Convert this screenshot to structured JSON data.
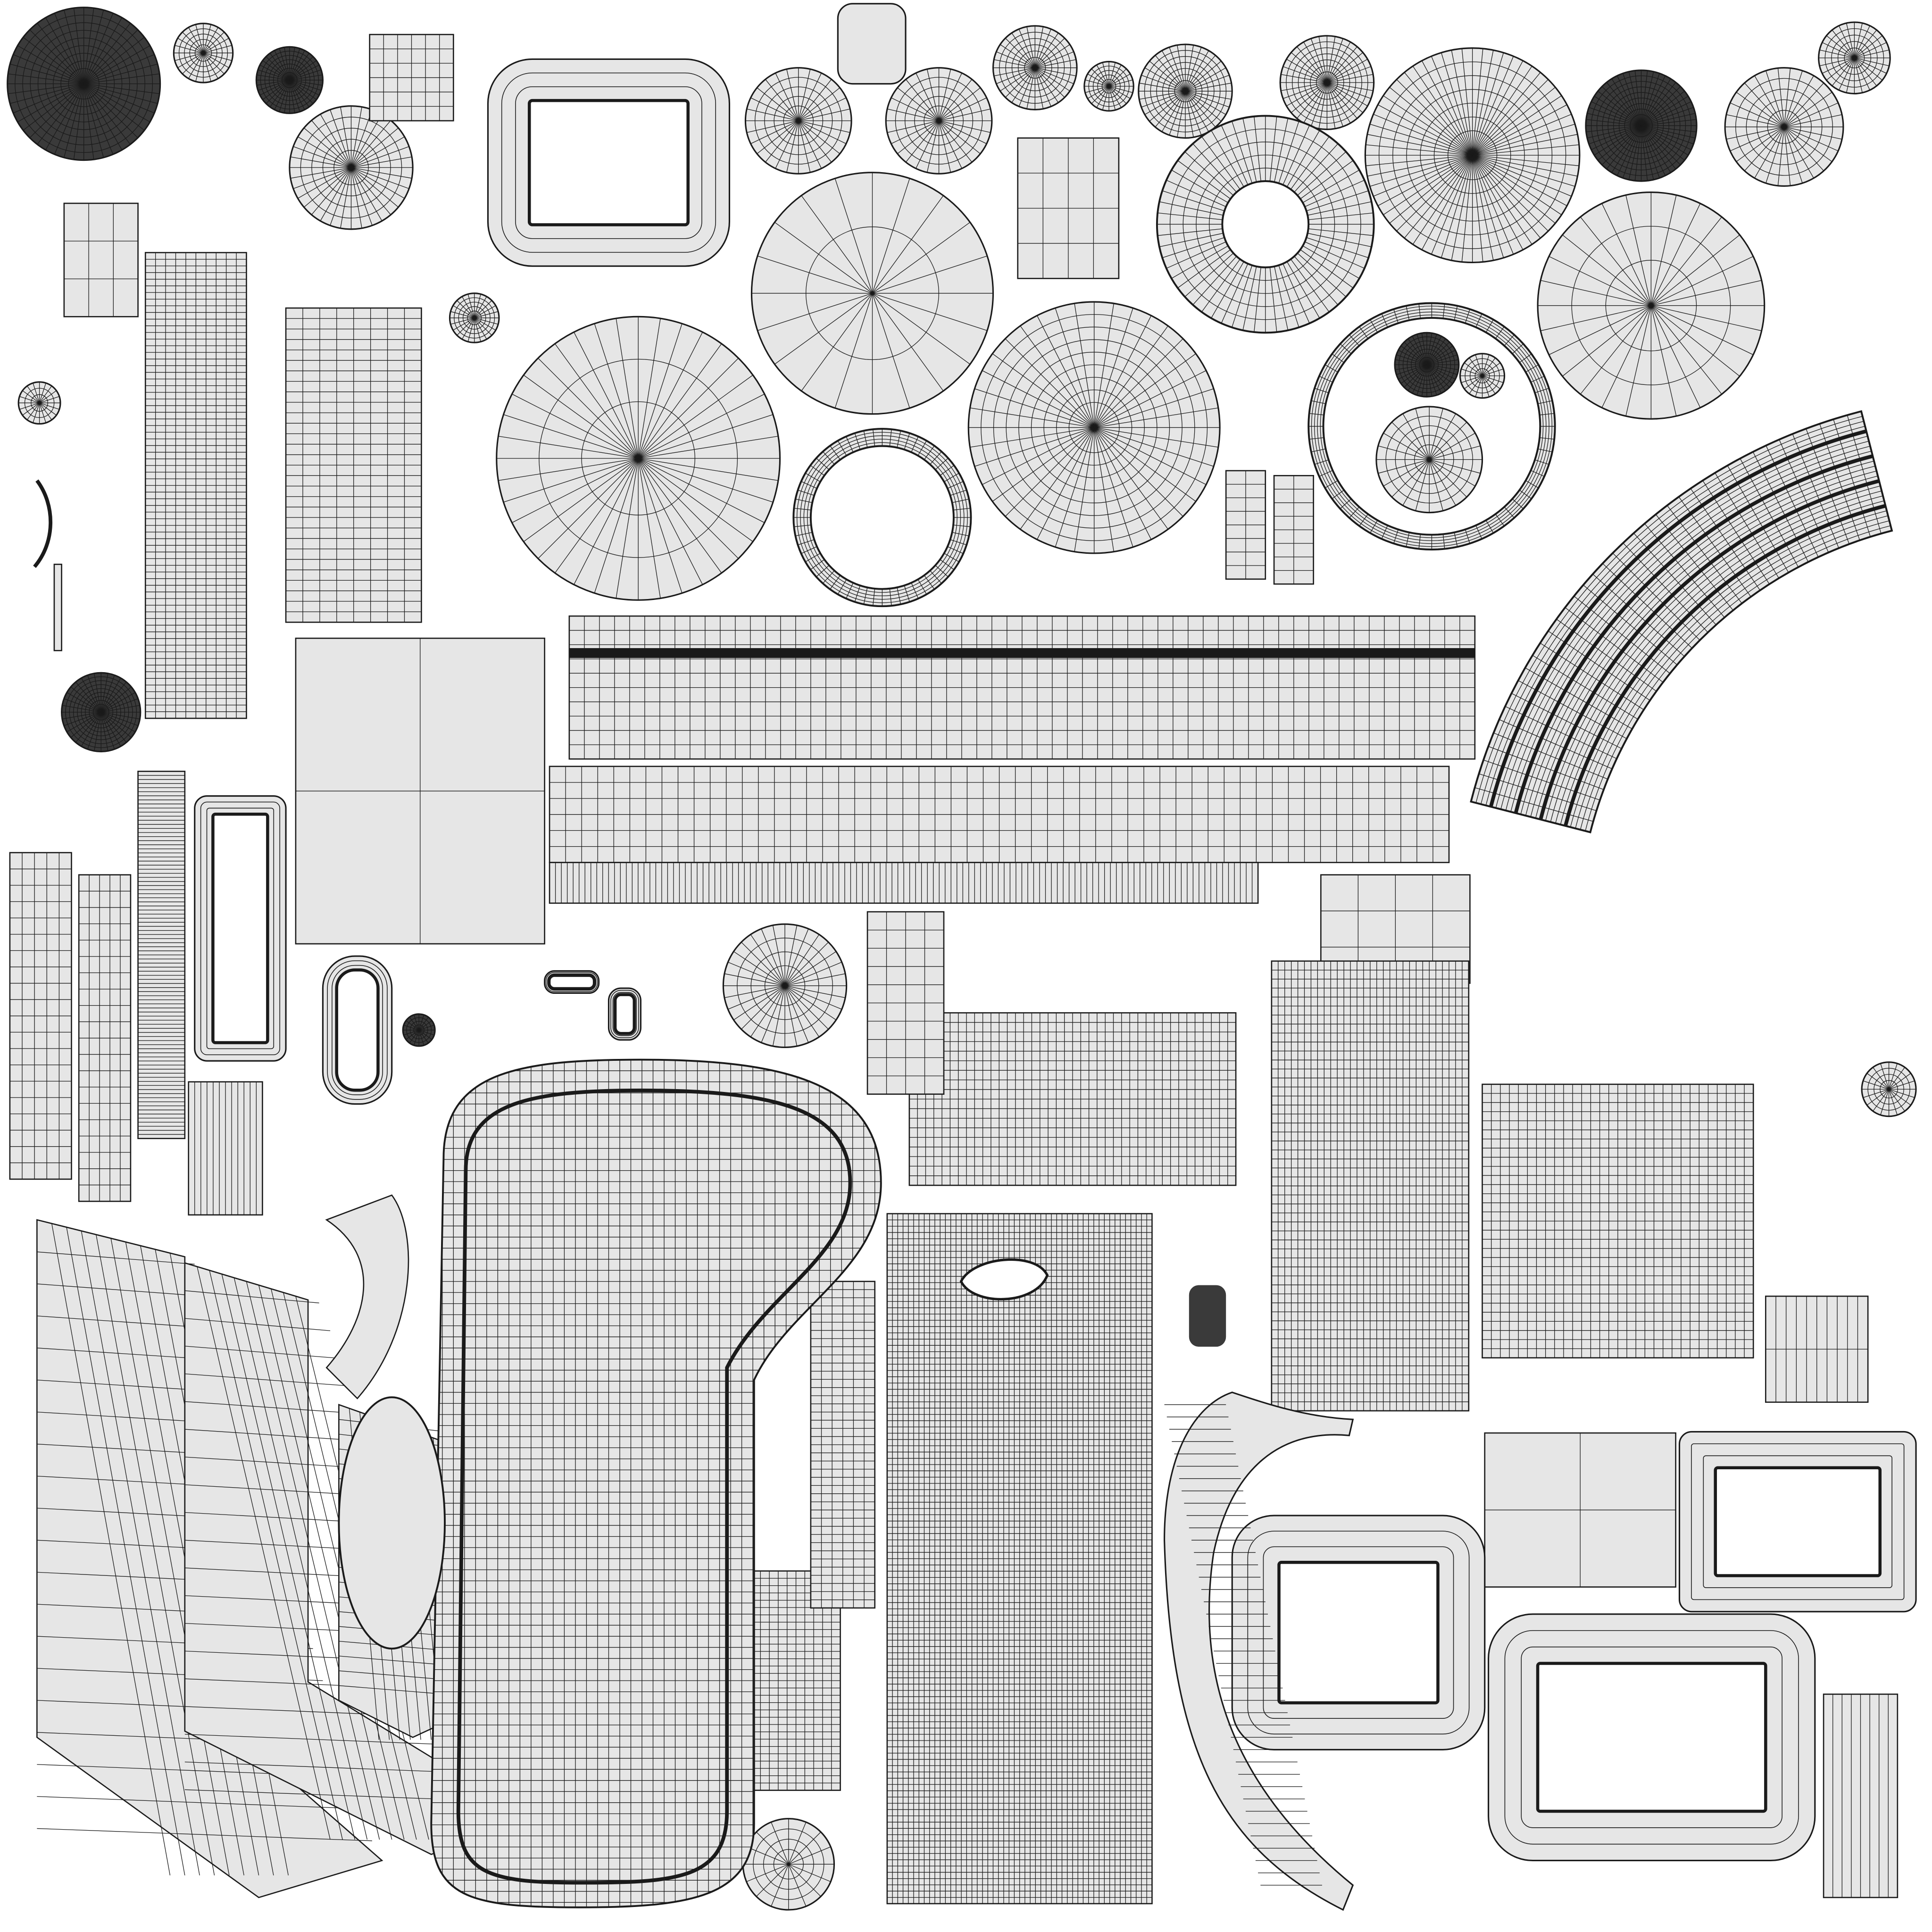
{
  "colors": {
    "background": "#ffffff",
    "island_fill": "#e6e6e6",
    "wire_stroke": "#1a1a1a",
    "dense_fill": "#3a3a3a"
  },
  "icons": [],
  "shapes": {
    "discs": [
      [
        68,
        68,
        62,
        48,
        8,
        1
      ],
      [
        165,
        43,
        24,
        24,
        4,
        0
      ],
      [
        235,
        65,
        27,
        40,
        6,
        1
      ],
      [
        285,
        136,
        50,
        36,
        4,
        0
      ],
      [
        648,
        98,
        43,
        28,
        4,
        0
      ],
      [
        762,
        98,
        43,
        28,
        4,
        0
      ],
      [
        840,
        55,
        34,
        32,
        5,
        0
      ],
      [
        900,
        70,
        20,
        24,
        4,
        0
      ],
      [
        962,
        74,
        38,
        36,
        6,
        0
      ],
      [
        1077,
        67,
        38,
        36,
        6,
        0
      ],
      [
        1195,
        126,
        87,
        64,
        6,
        0
      ],
      [
        1332,
        102,
        45,
        56,
        8,
        1
      ],
      [
        1448,
        103,
        48,
        30,
        4,
        0
      ],
      [
        1505,
        47,
        29,
        28,
        4,
        0
      ],
      [
        708,
        238,
        98,
        20,
        1,
        0
      ],
      [
        1340,
        248,
        92,
        28,
        2,
        0
      ],
      [
        385,
        258,
        20,
        24,
        4,
        0
      ],
      [
        32,
        327,
        17,
        20,
        2,
        0
      ],
      [
        518,
        372,
        115,
        40,
        2,
        0
      ],
      [
        888,
        347,
        102,
        40,
        8,
        0
      ],
      [
        1158,
        296,
        26,
        40,
        6,
        1
      ],
      [
        1203,
        305,
        18,
        20,
        3,
        0
      ],
      [
        1160,
        373,
        43,
        24,
        4,
        0
      ],
      [
        637,
        800,
        50,
        32,
        3,
        0
      ],
      [
        340,
        836,
        13,
        20,
        3,
        1
      ],
      [
        640,
        1513,
        37,
        16,
        3,
        0
      ],
      [
        1533,
        884,
        22,
        20,
        3,
        0
      ],
      [
        82,
        578,
        32,
        36,
        8,
        1
      ]
    ],
    "rings": [
      [
        716,
        420,
        72,
        58,
        110
      ],
      [
        1027,
        182,
        88,
        35,
        60
      ],
      [
        1162,
        346,
        100,
        88,
        140
      ]
    ],
    "grids": [
      [
        462,
        500,
        735,
        116,
        60,
        10
      ],
      [
        446,
        622,
        730,
        78,
        56,
        6
      ],
      [
        446,
        700,
        575,
        33,
        120,
        1
      ],
      [
        240,
        518,
        202,
        248,
        2,
        2
      ],
      [
        1072,
        710,
        121,
        88,
        4,
        3
      ],
      [
        1032,
        780,
        160,
        365,
        30,
        50
      ],
      [
        112,
        626,
        38,
        298,
        1,
        90
      ],
      [
        153,
        878,
        60,
        108,
        12,
        1
      ],
      [
        8,
        692,
        50,
        265,
        5,
        20
      ],
      [
        64,
        710,
        42,
        265,
        5,
        20
      ],
      [
        52,
        165,
        60,
        92,
        3,
        3
      ],
      [
        1205,
        1163,
        155,
        125,
        2,
        2
      ],
      [
        1433,
        1052,
        83,
        86,
        10,
        2
      ],
      [
        1480,
        1375,
        60,
        165,
        8,
        1
      ],
      [
        720,
        985,
        215,
        560,
        50,
        110
      ],
      [
        300,
        28,
        68,
        70,
        6,
        6
      ],
      [
        118,
        205,
        82,
        378,
        10,
        70
      ],
      [
        232,
        250,
        110,
        255,
        8,
        30
      ],
      [
        610,
        1275,
        72,
        178,
        10,
        30
      ],
      [
        658,
        1040,
        52,
        265,
        6,
        40
      ],
      [
        738,
        822,
        265,
        140,
        40,
        18
      ],
      [
        1203,
        880,
        220,
        222,
        30,
        30
      ],
      [
        826,
        112,
        82,
        114,
        4,
        4
      ],
      [
        995,
        382,
        32,
        88,
        2,
        8
      ],
      [
        1034,
        386,
        32,
        88,
        2,
        8
      ],
      [
        704,
        740,
        62,
        148,
        4,
        10
      ]
    ],
    "frames": [
      [
        396,
        48,
        196,
        168,
        36
      ],
      [
        1000,
        1230,
        205,
        190,
        34
      ],
      [
        1208,
        1310,
        265,
        200,
        36
      ],
      [
        1363,
        1162,
        192,
        146,
        10
      ],
      [
        158,
        646,
        74,
        215,
        10
      ],
      [
        262,
        776,
        56,
        120,
        26
      ],
      [
        442,
        788,
        44,
        18,
        8
      ],
      [
        494,
        802,
        26,
        42,
        10
      ]
    ],
    "strips": [
      [
        30,
        990,
        120,
        380,
        160,
        140
      ],
      [
        150,
        1025,
        100,
        340,
        180,
        110
      ],
      [
        275,
        1140,
        85,
        200,
        40,
        40
      ]
    ]
  }
}
